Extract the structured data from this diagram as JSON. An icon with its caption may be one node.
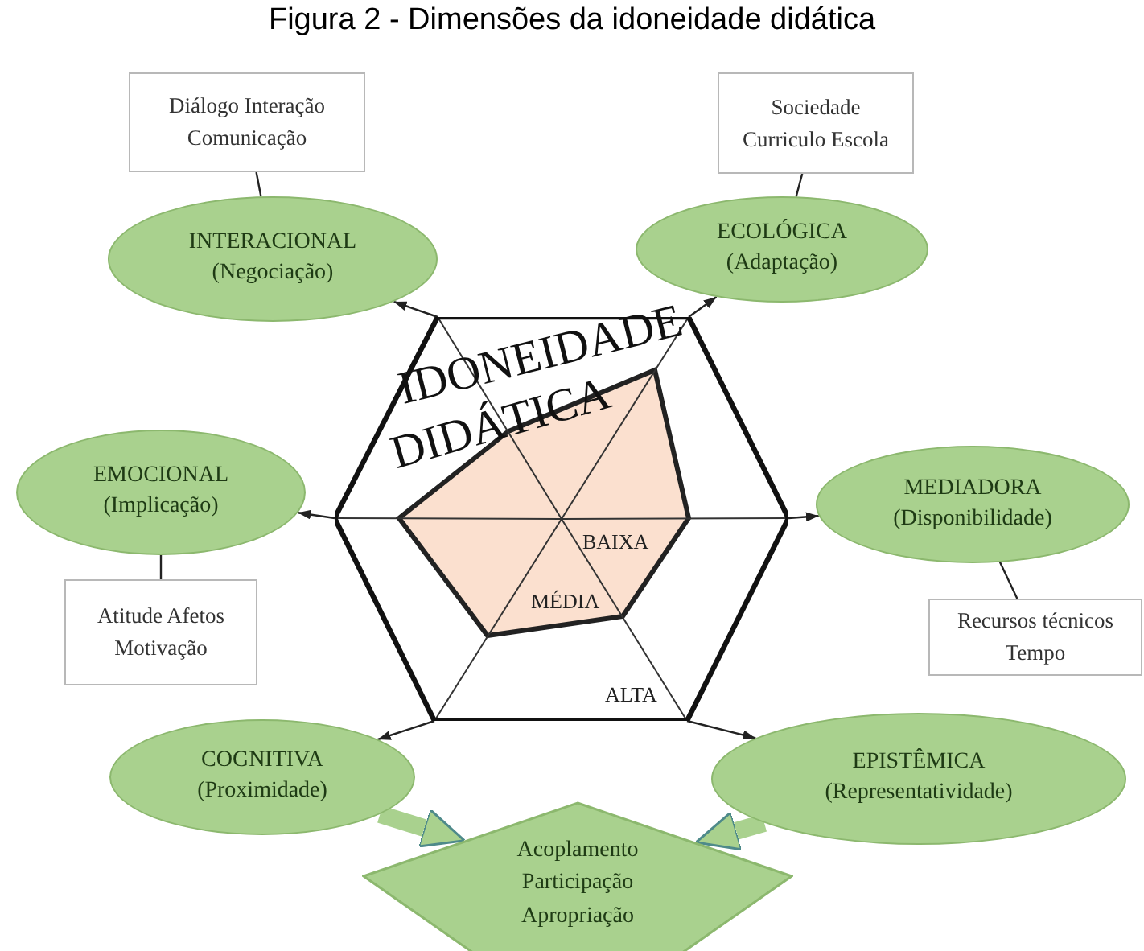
{
  "diagram": {
    "title": "Figura 2 - Dimensões da idoneidade didática",
    "nodes": [
      {
        "text": [
          "IDONEIDADE",
          "DIDÁTICA"
        ]
      },
      {
        "text": [
          "INTERACIONAL",
          "(Negociação)"
        ]
      },
      {
        "text": [
          "Diálogo Interação Comunicação"
        ]
      },
      {
        "text": [
          "ECOLÓGICA",
          "(Adaptação)"
        ]
      },
      {
        "text": [
          "Sociedade Curriculo Escola"
        ]
      },
      {
        "text": [
          "EMOCIONAL",
          "(Implicação)"
        ]
      },
      {
        "text": [
          "Atitude Afetos Motivação"
        ]
      },
      {
        "text": [
          "MEDIADORA",
          "(Disponibilidade)"
        ]
      },
      {
        "text": [
          "Recursos técnicos Tempo"
        ]
      },
      {
        "text": [
          "COGNITIVA",
          "(Proximidade)"
        ]
      },
      {
        "text": [
          "EPISTÊMICA",
          "(Representatividade)"
        ]
      },
      {
        "text": [
          "Acoplamento Participação Apropriação"
        ]
      }
    ],
    "edges": [
      {
        "from": 0,
        "to": 1,
        "arrow": "to"
      },
      {
        "from": 2,
        "to": 1,
        "arrow": "none"
      },
      {
        "from": 0,
        "to": 3,
        "arrow": "to"
      },
      {
        "from": 4,
        "to": 3,
        "arrow": "none"
      },
      {
        "from": 0,
        "to": 5,
        "arrow": "to"
      },
      {
        "from": 6,
        "to": 5,
        "arrow": "none"
      },
      {
        "from": 0,
        "to": 7,
        "arrow": "to"
      },
      {
        "from": 8,
        "to": 7,
        "arrow": "none"
      },
      {
        "from": 0,
        "to": 9,
        "arrow": "to"
      },
      {
        "from": 0,
        "to": 10,
        "arrow": "to"
      },
      {
        "from": 9,
        "to": 11,
        "arrow": "to",
        "style": "thick",
        "color": "#a9d18e"
      },
      {
        "from": 10,
        "to": 11,
        "arrow": "to",
        "style": "thick",
        "color": "#a9d18e"
      }
    ],
    "labels": [
      "BAIXA",
      "MÉDIA",
      "ALTA"
    ]
  }
}
